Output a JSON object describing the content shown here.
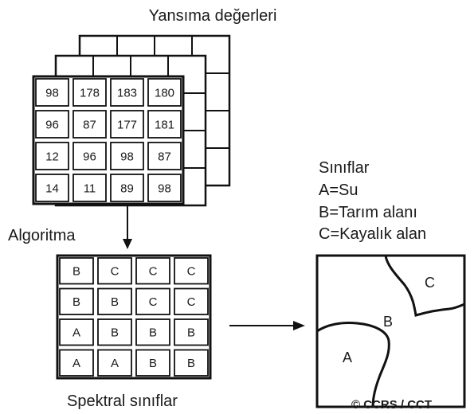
{
  "title": "Yansıma değerleri",
  "reflectance_grid": [
    [
      "98",
      "178",
      "183",
      "180"
    ],
    [
      "96",
      "87",
      "177",
      "181"
    ],
    [
      "12",
      "96",
      "98",
      "87"
    ],
    [
      "14",
      "11",
      "89",
      "98"
    ]
  ],
  "algorithm_label": "Algoritma",
  "class_grid": [
    [
      "B",
      "C",
      "C",
      "C"
    ],
    [
      "B",
      "B",
      "C",
      "C"
    ],
    [
      "A",
      "B",
      "B",
      "B"
    ],
    [
      "A",
      "A",
      "B",
      "B"
    ]
  ],
  "spectral_label": "Spektral sınıflar",
  "legend": {
    "title": "Sınıflar",
    "items": [
      "A=Su",
      "B=Tarım alanı",
      "C=Kayalık alan"
    ]
  },
  "map_labels": {
    "a": "A",
    "b": "B",
    "c": "C"
  },
  "copyright": "© CCRS / CCT"
}
